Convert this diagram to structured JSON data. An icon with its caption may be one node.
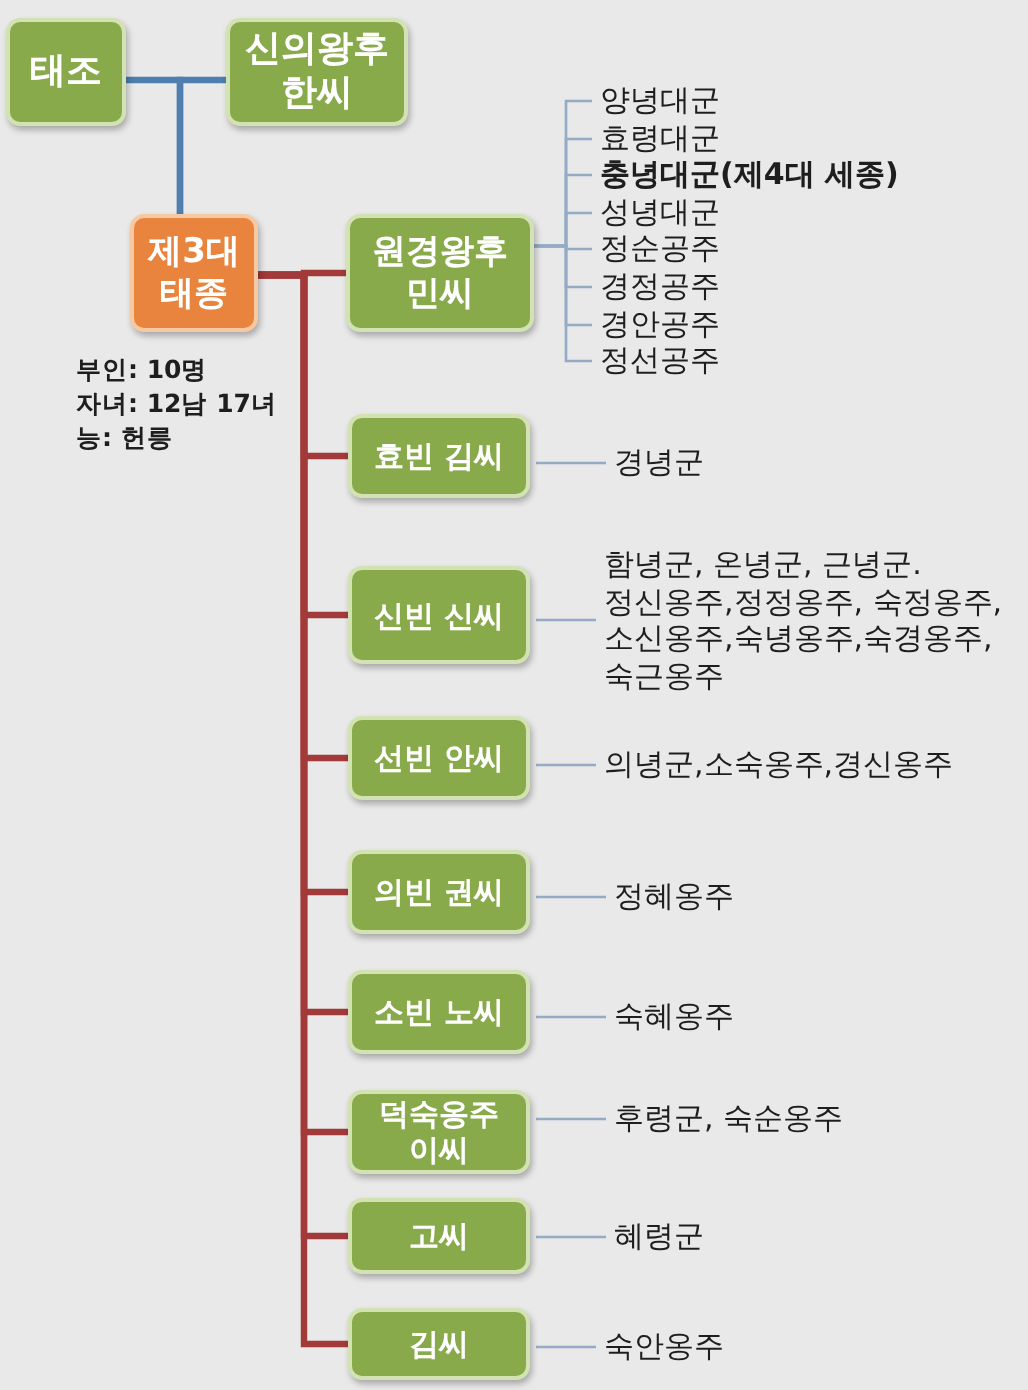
{
  "diagram": {
    "nodes": [
      {
        "text": [
          "태조"
        ]
      },
      {
        "text": [
          "신의왕후 한씨"
        ]
      },
      {
        "text": [
          "제3대 태종"
        ],
        "beside": [
          "부인: 10명",
          "자녀: 12남 17녀",
          "능: 헌릉"
        ]
      },
      {
        "text": [
          "원경왕후 민씨"
        ]
      },
      {
        "text": [
          "양녕대군"
        ]
      },
      {
        "text": [
          "효령대군"
        ]
      },
      {
        "text": [
          "충녕대군(제4대 세종)"
        ]
      },
      {
        "text": [
          "성녕대군"
        ]
      },
      {
        "text": [
          "정순공주"
        ]
      },
      {
        "text": [
          "경정공주"
        ]
      },
      {
        "text": [
          "경안공주"
        ]
      },
      {
        "text": [
          "정선공주"
        ]
      },
      {
        "text": [
          "효빈 김씨"
        ]
      },
      {
        "text": [
          "경녕군"
        ]
      },
      {
        "text": [
          "신빈 신씨"
        ]
      },
      {
        "text": [
          "함녕군, 온녕군, 근녕군. 정신옹주,정정옹주, 숙정옹주, 소신옹주,숙녕옹주,숙경옹주, 숙근옹주"
        ]
      },
      {
        "text": [
          "선빈 안씨"
        ]
      },
      {
        "text": [
          "의녕군,소숙옹주,경신옹주"
        ]
      },
      {
        "text": [
          "의빈 권씨"
        ]
      },
      {
        "text": [
          "정혜옹주"
        ]
      },
      {
        "text": [
          "소빈 노씨"
        ]
      },
      {
        "text": [
          "숙혜옹주"
        ]
      },
      {
        "text": [
          "덕숙옹주 이씨"
        ]
      },
      {
        "text": [
          "후령군, 숙순옹주"
        ]
      },
      {
        "text": [
          "고씨"
        ]
      },
      {
        "text": [
          "혜령군"
        ]
      },
      {
        "text": [
          "김씨"
        ]
      },
      {
        "text": [
          "숙안옹주"
        ]
      }
    ],
    "edges": [
      {
        "from": 0,
        "to": 2,
        "arrow": "none",
        "style": "thick",
        "color": "#4f7fae"
      },
      {
        "from": 1,
        "to": 2,
        "arrow": "none",
        "style": "thick",
        "color": "#4f7fae"
      },
      {
        "from": 2,
        "to": 3,
        "arrow": "none",
        "style": "thick",
        "color": "#a23a3a"
      },
      {
        "from": 2,
        "to": 12,
        "arrow": "none",
        "style": "thick",
        "color": "#a23a3a"
      },
      {
        "from": 2,
        "to": 14,
        "arrow": "none",
        "style": "thick",
        "color": "#a23a3a"
      },
      {
        "from": 2,
        "to": 16,
        "arrow": "none",
        "style": "thick",
        "color": "#a23a3a"
      },
      {
        "from": 2,
        "to": 18,
        "arrow": "none",
        "style": "thick",
        "color": "#a23a3a"
      },
      {
        "from": 2,
        "to": 20,
        "arrow": "none",
        "style": "thick",
        "color": "#a23a3a"
      },
      {
        "from": 2,
        "to": 22,
        "arrow": "none",
        "style": "thick",
        "color": "#a23a3a"
      },
      {
        "from": 2,
        "to": 24,
        "arrow": "none",
        "style": "thick",
        "color": "#a23a3a"
      },
      {
        "from": 2,
        "to": 26,
        "arrow": "none",
        "style": "thick",
        "color": "#a23a3a"
      },
      {
        "from": 3,
        "to": 4,
        "arrow": "none"
      },
      {
        "from": 3,
        "to": 5,
        "arrow": "none"
      },
      {
        "from": 3,
        "to": 6,
        "arrow": "none"
      },
      {
        "from": 3,
        "to": 7,
        "arrow": "none"
      },
      {
        "from": 3,
        "to": 8,
        "arrow": "none"
      },
      {
        "from": 3,
        "to": 9,
        "arrow": "none"
      },
      {
        "from": 3,
        "to": 10,
        "arrow": "none"
      },
      {
        "from": 3,
        "to": 11,
        "arrow": "none"
      },
      {
        "from": 12,
        "to": 13,
        "arrow": "none"
      },
      {
        "from": 14,
        "to": 15,
        "arrow": "none"
      },
      {
        "from": 16,
        "to": 17,
        "arrow": "none"
      },
      {
        "from": 18,
        "to": 19,
        "arrow": "none"
      },
      {
        "from": 20,
        "to": 21,
        "arrow": "none"
      },
      {
        "from": 22,
        "to": 23,
        "arrow": "none"
      },
      {
        "from": 24,
        "to": 25,
        "arrow": "none"
      },
      {
        "from": 26,
        "to": 27,
        "arrow": "none"
      }
    ]
  }
}
